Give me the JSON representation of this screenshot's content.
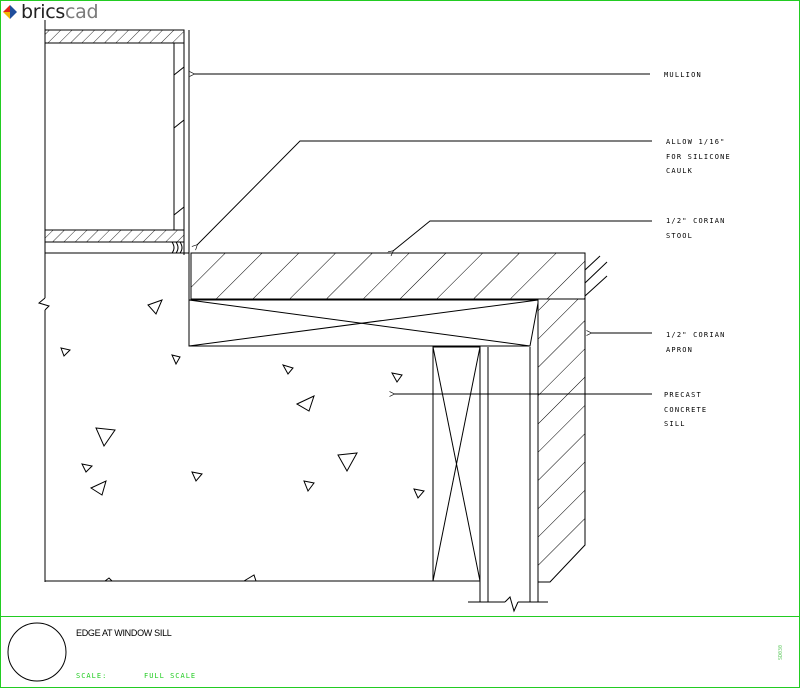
{
  "app": {
    "logo_part1": "brics",
    "logo_part2": "cad"
  },
  "annotations": {
    "mullion": [
      "MULLION"
    ],
    "allow": [
      "ALLOW 1/16\"",
      "FOR SILICONE",
      "CAULK"
    ],
    "stool": [
      "1/2\" CORIAN",
      "STOOL"
    ],
    "apron": [
      "1/2\" CORIAN",
      "APRON"
    ],
    "sill": [
      "PRECAST",
      "CONCRETE",
      "SILL"
    ]
  },
  "title_block": {
    "title": "EDGE AT WINDOW SILL",
    "scale_label": "SCALE:",
    "scale_value": "FULL SCALE",
    "code": "SD030"
  },
  "colors": {
    "border": "#22cc22",
    "line": "#000000",
    "logo_red": "#e2231a",
    "logo_blue": "#1f4e9c",
    "logo_yellow": "#f2b705"
  },
  "icons": {
    "logo": "bricscad-logo-icon",
    "arrows": "leader-arrow-icon"
  }
}
